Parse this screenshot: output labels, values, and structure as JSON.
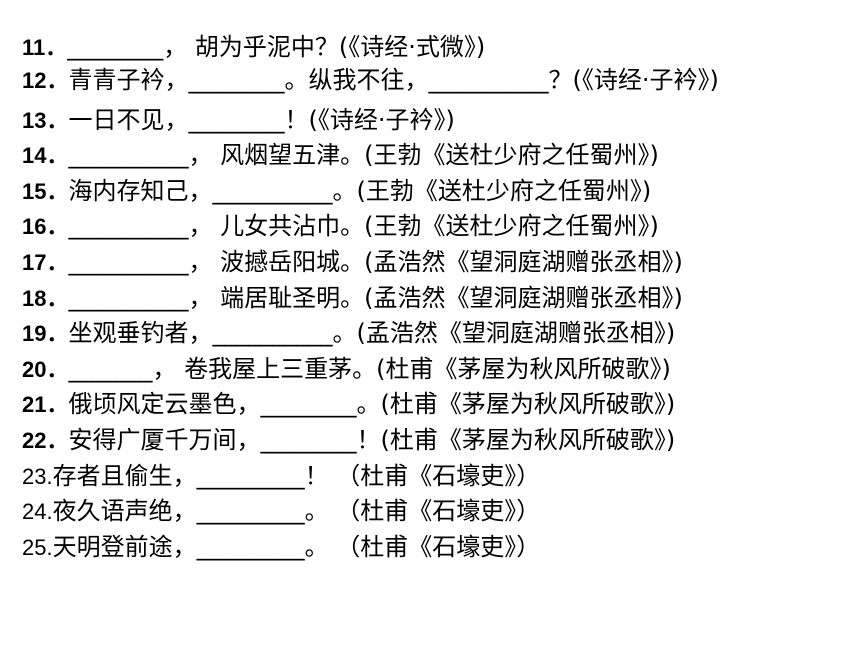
{
  "items": [
    {
      "num": "11．",
      "bold": true,
      "text": "________， 胡为乎泥中？(《诗经·式微》)"
    },
    {
      "num": "12．",
      "bold": true,
      "text": "青青子衿，________。纵我不往，__________？(《诗经·子衿》)"
    },
    {
      "num": "13．",
      "bold": true,
      "text": "一日不见，________！(《诗经·子衿》)"
    },
    {
      "num": "14．",
      "bold": true,
      "text": "__________， 风烟望五津。(王勃《送杜少府之任蜀州》)"
    },
    {
      "num": "15．",
      "bold": true,
      "text": "海内存知己，__________。(王勃《送杜少府之任蜀州》)"
    },
    {
      "num": "16．",
      "bold": true,
      "text": "__________， 儿女共沾巾。(王勃《送杜少府之任蜀州》)"
    },
    {
      "num": "17．",
      "bold": true,
      "text": "__________， 波撼岳阳城。(孟浩然《望洞庭湖赠张丞相》)"
    },
    {
      "num": "18．",
      "bold": true,
      "text": "__________， 端居耻圣明。(孟浩然《望洞庭湖赠张丞相》)"
    },
    {
      "num": "19．",
      "bold": true,
      "text": "坐观垂钓者，__________。(孟浩然《望洞庭湖赠张丞相》)"
    },
    {
      "num": "20．",
      "bold": true,
      "text": "_______， 卷我屋上三重茅。(杜甫《茅屋为秋风所破歌》)"
    },
    {
      "num": "21．",
      "bold": true,
      "text": "俄顷风定云墨色，________。(杜甫《茅屋为秋风所破歌》)"
    },
    {
      "num": "22．",
      "bold": true,
      "text": "安得广厦千万间，________！(杜甫《茅屋为秋风所破歌》)"
    },
    {
      "num": "23.",
      "bold": false,
      "text": "存者且偷生，_________！ （杜甫《石壕吏》）"
    },
    {
      "num": "24.",
      "bold": false,
      "text": "夜久语声绝，_________。 （杜甫《石壕吏》）"
    },
    {
      "num": "25.",
      "bold": false,
      "text": "天明登前途，_________。 （杜甫《石壕吏》）"
    }
  ]
}
